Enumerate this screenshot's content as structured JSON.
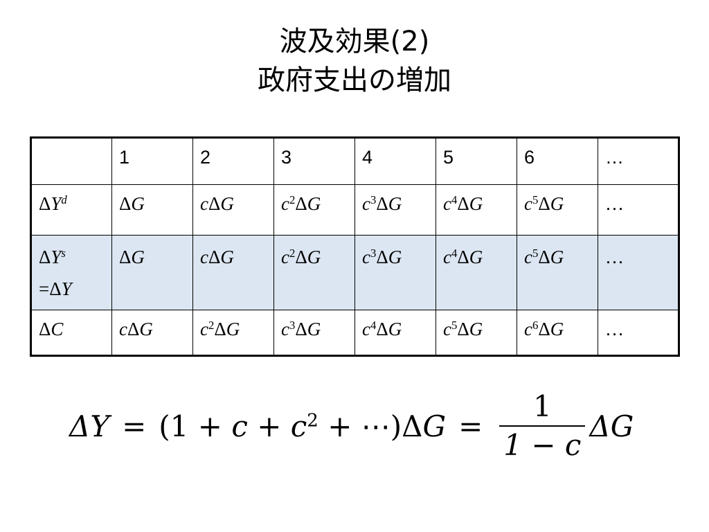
{
  "slide": {
    "title_line1": "波及効果(2)",
    "title_line2": "政府支出の増加"
  },
  "table": {
    "header": [
      "",
      "1",
      "2",
      "3",
      "4",
      "5",
      "6",
      "…"
    ],
    "rows": [
      {
        "label": "ΔYd",
        "cells": [
          "ΔG",
          "cΔG",
          "c2ΔG",
          "c3ΔG",
          "c4ΔG",
          "c5ΔG",
          "…"
        ]
      },
      {
        "label": "ΔYs =ΔY",
        "highlight": "#dce6f2",
        "cells": [
          "ΔG",
          "cΔG",
          "c2ΔG",
          "c3ΔG",
          "c4ΔG",
          "c5ΔG",
          "…"
        ]
      },
      {
        "label": "ΔC",
        "cells": [
          "cΔG",
          "c2ΔG",
          "c3ΔG",
          "c4ΔG",
          "c5ΔG",
          "c6ΔG",
          "…"
        ]
      }
    ]
  },
  "formula": {
    "lhs": "ΔY",
    "eq1": "=",
    "series": "(1 + c + c2 + ⋯)ΔG",
    "eq2": "=",
    "frac_num": "1",
    "frac_den": "1 − c",
    "rhs": "ΔG"
  }
}
